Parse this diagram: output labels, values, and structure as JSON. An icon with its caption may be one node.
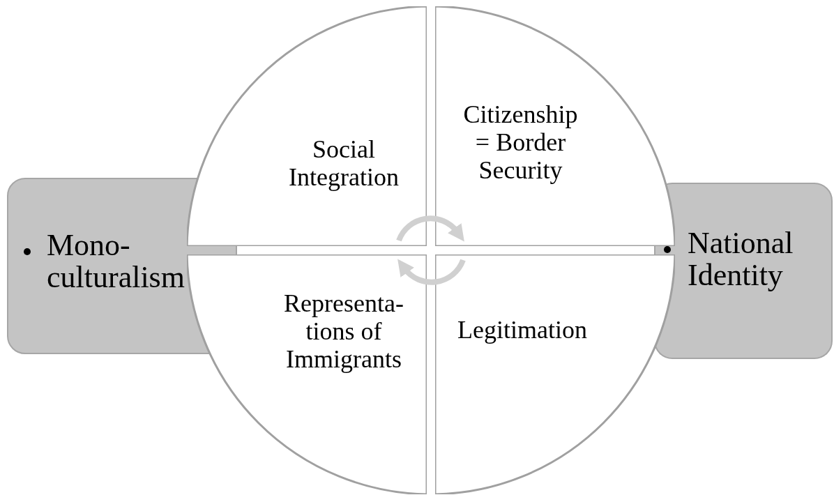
{
  "diagram": {
    "nodes": [
      {
        "text": [
          "Mono-culturalism"
        ]
      },
      {
        "text": [
          "National Identity"
        ]
      },
      {
        "text": [
          "Social Integration"
        ]
      },
      {
        "text": [
          "Citizenship = Border Security"
        ]
      },
      {
        "text": [
          "Representa-tions of Immigrants"
        ]
      },
      {
        "text": [
          "Legitimation"
        ]
      }
    ],
    "edges": [
      {
        "from": 2,
        "to": 3,
        "arrow": "to"
      },
      {
        "from": 5,
        "to": 4,
        "arrow": "to"
      }
    ]
  }
}
